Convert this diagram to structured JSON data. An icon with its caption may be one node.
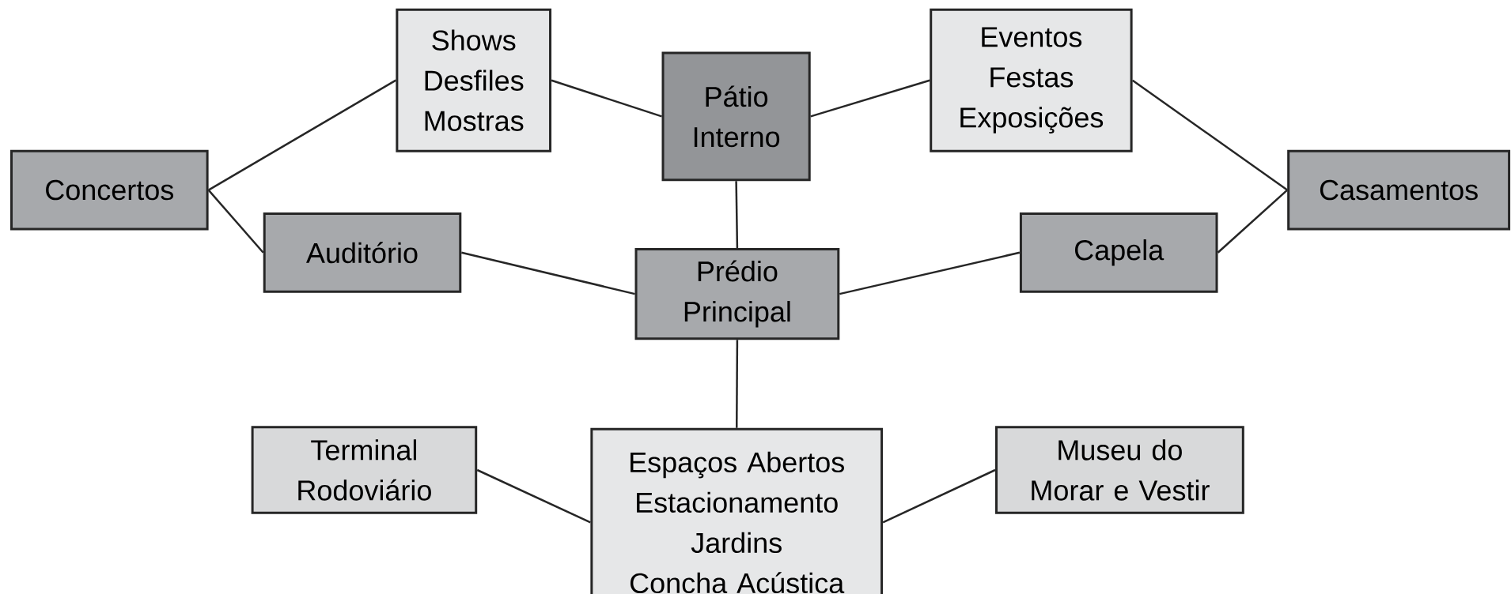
{
  "diagram": {
    "nodes": [
      {
        "text": [
          "Shows",
          "Desfiles",
          "Mostras"
        ]
      },
      {
        "text": [
          "Pátio Interno"
        ]
      },
      {
        "text": [
          "Eventos",
          "Festas",
          "Exposições"
        ]
      },
      {
        "text": [
          "Concertos"
        ]
      },
      {
        "text": [
          "Auditório"
        ]
      },
      {
        "text": [
          "Prédio Principal"
        ]
      },
      {
        "text": [
          "Capela"
        ]
      },
      {
        "text": [
          "Casamentos"
        ]
      },
      {
        "text": [
          "Terminal Rodoviário"
        ]
      },
      {
        "text": [
          "Espaços Abertos",
          "Estacionamento",
          "Jardins",
          "Concha Acústica"
        ]
      },
      {
        "text": [
          "Museu do Morar e Vestir"
        ]
      }
    ],
    "edges": [
      {
        "from": 3,
        "to": 0,
        "arrow": "none"
      },
      {
        "from": 3,
        "to": 4,
        "arrow": "none"
      },
      {
        "from": 0,
        "to": 1,
        "arrow": "none"
      },
      {
        "from": 1,
        "to": 2,
        "arrow": "none"
      },
      {
        "from": 2,
        "to": 7,
        "arrow": "none"
      },
      {
        "from": 6,
        "to": 7,
        "arrow": "none"
      },
      {
        "from": 1,
        "to": 5,
        "arrow": "none"
      },
      {
        "from": 4,
        "to": 5,
        "arrow": "none"
      },
      {
        "from": 5,
        "to": 6,
        "arrow": "none"
      },
      {
        "from": 5,
        "to": 9,
        "arrow": "none"
      },
      {
        "from": 8,
        "to": 9,
        "arrow": "none"
      },
      {
        "from": 9,
        "to": 10,
        "arrow": "none"
      }
    ]
  }
}
